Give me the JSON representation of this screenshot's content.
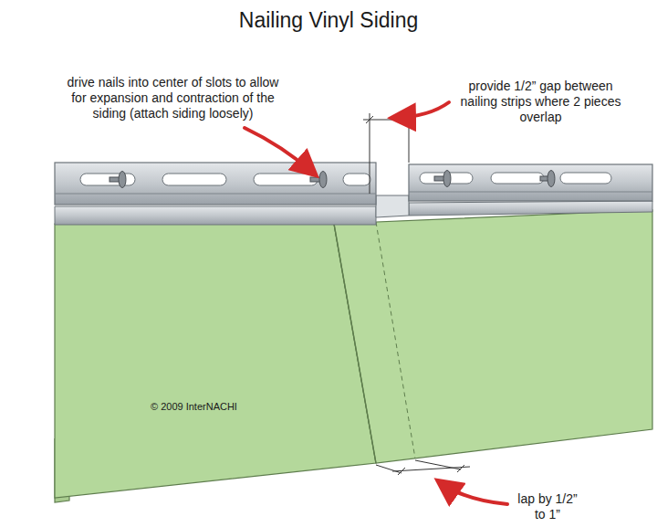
{
  "diagram": {
    "title": "Nailing Vinyl Siding",
    "labels": [
      "drive nails into center of slots to allow for expansion and contraction of the siding (attach siding loosely)",
      "provide 1/2” gap between nailing strips where 2 pieces overlap",
      "lap by 1/2” to 1”",
      "© 2009 InterNACHI"
    ]
  }
}
